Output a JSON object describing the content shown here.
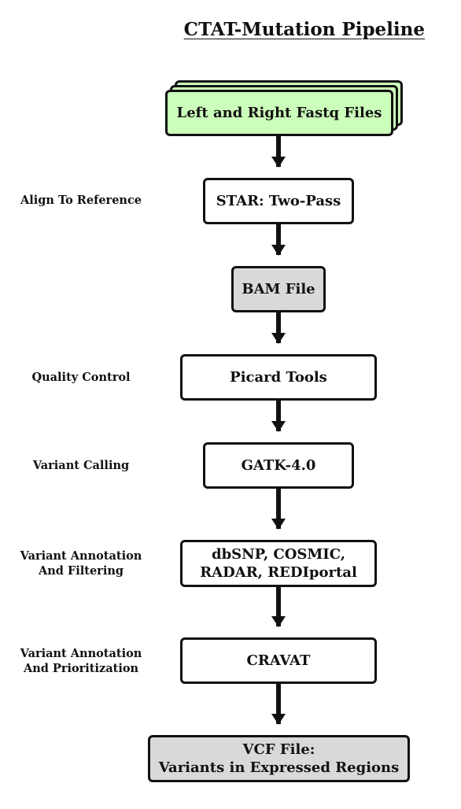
{
  "title": "CTAT-Mutation Pipeline",
  "nodes": {
    "fastq": "Left and Right Fastq Files",
    "star": "STAR: Two-Pass",
    "bam": "BAM File",
    "picard": "Picard Tools",
    "gatk": "GATK-4.0",
    "annotation_dbs_line1": "dbSNP, COSMIC,",
    "annotation_dbs_line2": "RADAR, REDIportal",
    "cravat": "CRAVAT",
    "vcf_line1": "VCF File:",
    "vcf_line2": "Variants in Expressed Regions"
  },
  "steps": {
    "align": "Align To Reference",
    "qc": "Quality Control",
    "calling": "Variant Calling",
    "filtering_line1": "Variant Annotation",
    "filtering_line2": "And Filtering",
    "prioritization_line1": "Variant Annotation",
    "prioritization_line2": "And Prioritization"
  },
  "colors": {
    "input_fill": "#ccffbb",
    "file_fill": "#d9d9d9",
    "process_fill": "#ffffff",
    "stroke": "#111111"
  }
}
